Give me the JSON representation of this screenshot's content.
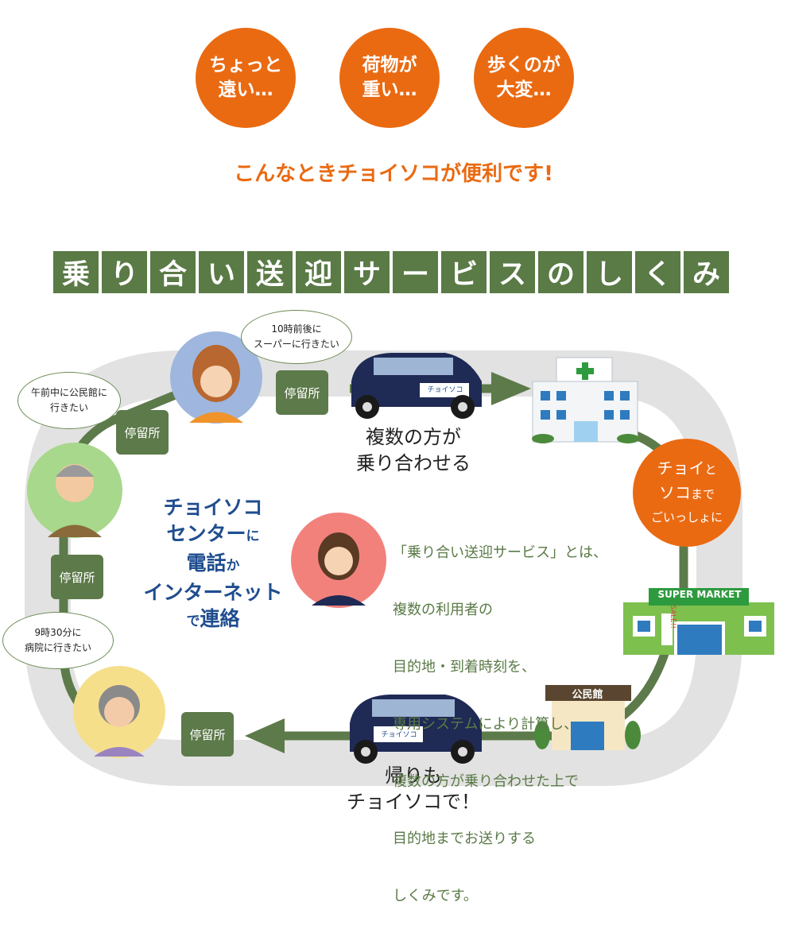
{
  "top_circles": [
    {
      "line1": "ちょっと",
      "line2": "遠い…"
    },
    {
      "line1": "荷物が",
      "line2": "重い…"
    },
    {
      "line1": "歩くのが",
      "line2": "大変…"
    }
  ],
  "headline": "こんなときチョイソコが便利です!",
  "title_chars": [
    "乗",
    "り",
    "合",
    "い",
    "送",
    "迎",
    "サ",
    "ー",
    "ビ",
    "ス",
    "の",
    "し",
    "く",
    "み"
  ],
  "stop_label": "停留所",
  "speech": {
    "woman": {
      "line1": "10時前後に",
      "line2": "スーパーに行きたい"
    },
    "man": {
      "line1": "午前中に公民館に",
      "line2": "行きたい"
    },
    "elder": {
      "line1": "9時30分に",
      "line2": "病院に行きたい"
    }
  },
  "taxi_label": "チョイソコ",
  "caption_top": {
    "line1": "複数の方が",
    "line2": "乗り合わせる"
  },
  "caption_bottom": {
    "line1": "帰りも",
    "line2": "チョイソコで！"
  },
  "center_call": {
    "line1": "チョイソコ",
    "line2a": "センター",
    "line2b": "に",
    "line3a": "電話",
    "line3b": "か",
    "line4": "インターネット",
    "line5a": "で",
    "line5b": "連絡"
  },
  "description": [
    "「乗り合い送迎サービス」とは、",
    "複数の利用者の",
    "目的地・到着時刻を、",
    "専用システムにより計算し、",
    "複数の方が乗り合わせた上で",
    "目的地までお送りする",
    "しくみです。"
  ],
  "orange_bubble": {
    "line1a": "チョイ",
    "line1b": "と",
    "line2a": "ソコ",
    "line2b": "まで",
    "line3": "ごいっしょに"
  },
  "supermarket_sign": "SUPER MARKET",
  "sale_sign": "SALE!!",
  "community_hall_sign": "公民館",
  "colors": {
    "orange": "#ea6a12",
    "green": "#5a7a46",
    "track": "#e2e2e2",
    "blue_text": "#1f4d8f"
  }
}
